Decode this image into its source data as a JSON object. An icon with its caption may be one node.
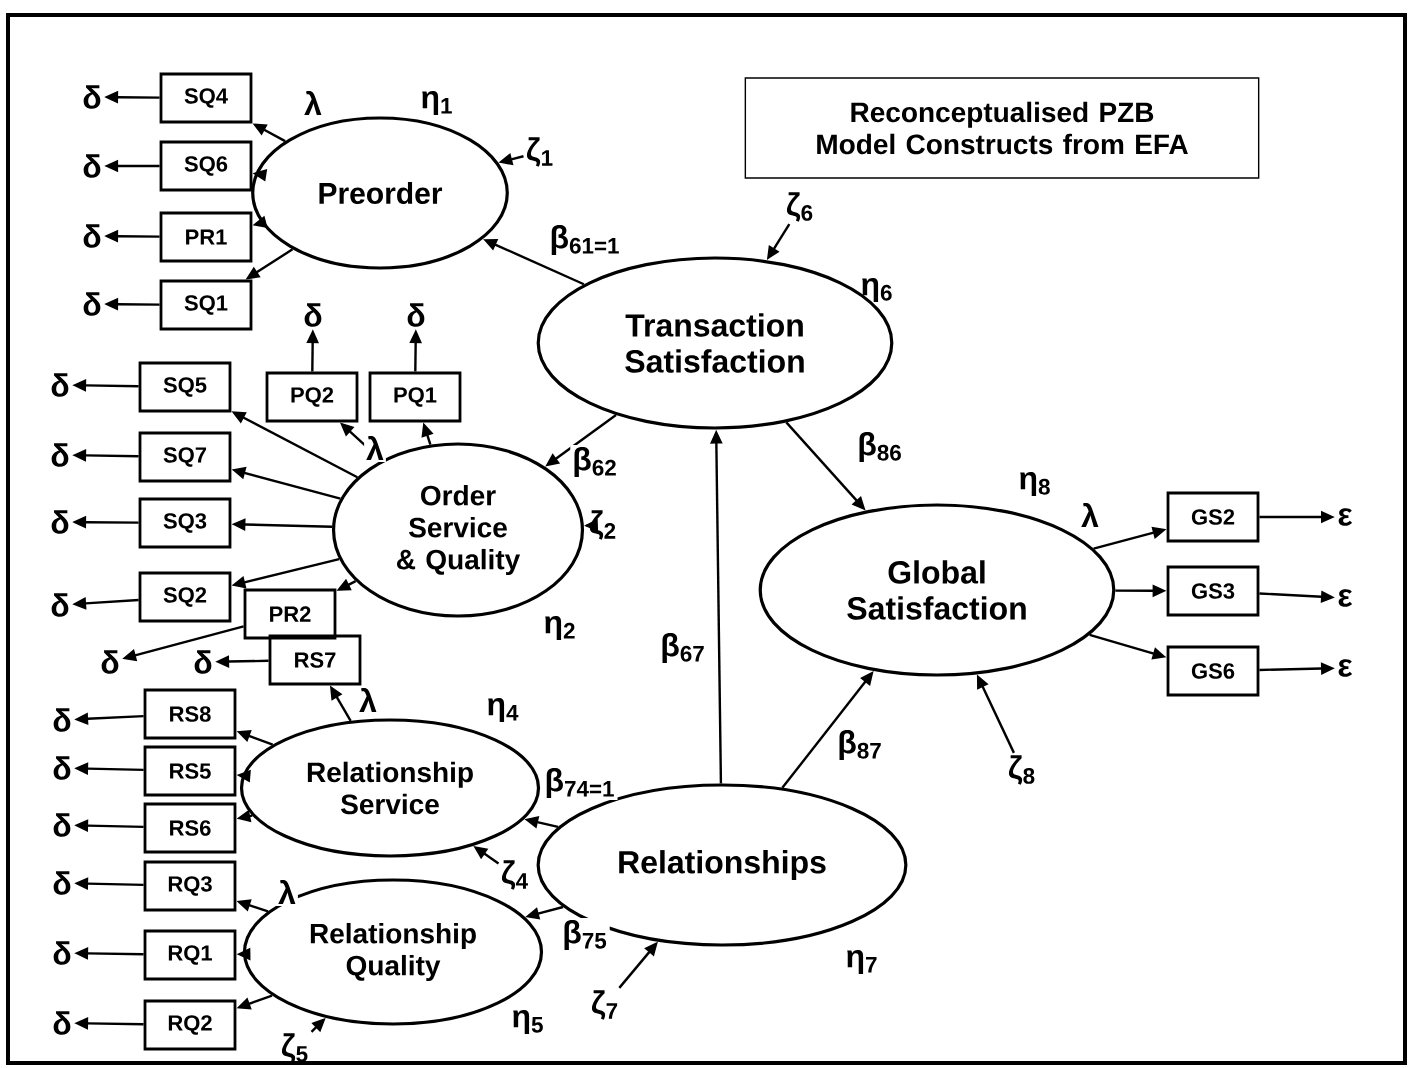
{
  "diagram": {
    "nodes": [
      {
        "text": [
          "Reconceptualised PZB Model Constructs from EFA"
        ]
      },
      {
        "text": [
          "Preorder"
        ],
        "beside": [
          "η$_{1}$"
        ]
      },
      {
        "text": [
          "Transaction Satisfaction"
        ],
        "beside": [
          "η$_{6}$"
        ]
      },
      {
        "text": [
          "Order Service & Quality"
        ],
        "beside": [
          "η$_{2}$"
        ]
      },
      {
        "text": [
          "Global Satisfaction"
        ],
        "beside": [
          "η$_{8}$"
        ]
      },
      {
        "text": [
          "Relationship Service"
        ],
        "beside": [
          "η$_{4}$"
        ]
      },
      {
        "text": [
          "Relationships"
        ],
        "beside": [
          "η$_{7}$"
        ]
      },
      {
        "text": [
          "Relationship Quality"
        ],
        "beside": [
          "η$_{5}$"
        ]
      },
      {
        "text": [
          "SQ4"
        ]
      },
      {
        "text": [
          "SQ6"
        ]
      },
      {
        "text": [
          "PR1"
        ]
      },
      {
        "text": [
          "SQ1"
        ]
      },
      {
        "text": [
          "SQ5"
        ]
      },
      {
        "text": [
          "SQ7"
        ]
      },
      {
        "text": [
          "SQ3"
        ]
      },
      {
        "text": [
          "SQ2"
        ]
      },
      {
        "text": [
          "PQ2"
        ]
      },
      {
        "text": [
          "PQ1"
        ]
      },
      {
        "text": [
          "PR2"
        ]
      },
      {
        "text": [
          "RS7"
        ]
      },
      {
        "text": [
          "RS8"
        ]
      },
      {
        "text": [
          "RS5"
        ]
      },
      {
        "text": [
          "RS6"
        ]
      },
      {
        "text": [
          "RQ3"
        ]
      },
      {
        "text": [
          "RQ1"
        ]
      },
      {
        "text": [
          "RQ2"
        ]
      },
      {
        "text": [
          "GS2"
        ]
      },
      {
        "text": [
          "GS3"
        ]
      },
      {
        "text": [
          "GS6"
        ]
      },
      {
        "text": [
          "δ"
        ]
      },
      {
        "text": [
          "δ"
        ]
      },
      {
        "text": [
          "δ"
        ]
      },
      {
        "text": [
          "δ"
        ]
      },
      {
        "text": [
          "δ"
        ]
      },
      {
        "text": [
          "δ"
        ]
      },
      {
        "text": [
          "δ"
        ]
      },
      {
        "text": [
          "δ"
        ]
      },
      {
        "text": [
          "δ"
        ]
      },
      {
        "text": [
          "δ"
        ]
      },
      {
        "text": [
          "δ"
        ]
      },
      {
        "text": [
          "δ"
        ]
      },
      {
        "text": [
          "δ"
        ]
      },
      {
        "text": [
          "δ"
        ]
      },
      {
        "text": [
          "δ"
        ]
      },
      {
        "text": [
          "δ"
        ]
      },
      {
        "text": [
          "δ"
        ]
      },
      {
        "text": [
          "δ"
        ]
      },
      {
        "text": [
          "ε"
        ]
      },
      {
        "text": [
          "ε"
        ]
      },
      {
        "text": [
          "ε"
        ]
      },
      {
        "text": [
          "ζ$_{1}$"
        ]
      },
      {
        "text": [
          "ζ$_{6}$"
        ]
      },
      {
        "text": [
          "ζ$_{2}$"
        ]
      },
      {
        "text": [
          "ζ$_{8}$"
        ]
      },
      {
        "text": [
          "ζ$_{4}$"
        ]
      },
      {
        "text": [
          "ζ$_{7}$"
        ]
      },
      {
        "text": [
          "ζ$_{5}$"
        ]
      }
    ],
    "edges": [
      {
        "from": 1,
        "to": 8,
        "arrow": "to",
        "label": "λ"
      },
      {
        "from": 1,
        "to": 9,
        "arrow": "to"
      },
      {
        "from": 1,
        "to": 10,
        "arrow": "to"
      },
      {
        "from": 1,
        "to": 11,
        "arrow": "to"
      },
      {
        "from": 3,
        "to": 12,
        "arrow": "to"
      },
      {
        "from": 3,
        "to": 13,
        "arrow": "to"
      },
      {
        "from": 3,
        "to": 14,
        "arrow": "to"
      },
      {
        "from": 3,
        "to": 15,
        "arrow": "to"
      },
      {
        "from": 3,
        "to": 16,
        "arrow": "to",
        "label": "λ"
      },
      {
        "from": 3,
        "to": 17,
        "arrow": "to"
      },
      {
        "from": 3,
        "to": 18,
        "arrow": "to"
      },
      {
        "from": 5,
        "to": 19,
        "arrow": "to",
        "label": "λ"
      },
      {
        "from": 5,
        "to": 20,
        "arrow": "to"
      },
      {
        "from": 5,
        "to": 21,
        "arrow": "to"
      },
      {
        "from": 5,
        "to": 22,
        "arrow": "to"
      },
      {
        "from": 7,
        "to": 23,
        "arrow": "to",
        "label": "λ"
      },
      {
        "from": 7,
        "to": 24,
        "arrow": "to"
      },
      {
        "from": 7,
        "to": 25,
        "arrow": "to"
      },
      {
        "from": 4,
        "to": 26,
        "arrow": "to",
        "label": "λ"
      },
      {
        "from": 4,
        "to": 27,
        "arrow": "to"
      },
      {
        "from": 4,
        "to": 28,
        "arrow": "to"
      },
      {
        "from": 8,
        "to": 29,
        "arrow": "to"
      },
      {
        "from": 9,
        "to": 30,
        "arrow": "to"
      },
      {
        "from": 10,
        "to": 31,
        "arrow": "to"
      },
      {
        "from": 11,
        "to": 32,
        "arrow": "to"
      },
      {
        "from": 12,
        "to": 33,
        "arrow": "to"
      },
      {
        "from": 13,
        "to": 34,
        "arrow": "to"
      },
      {
        "from": 14,
        "to": 35,
        "arrow": "to"
      },
      {
        "from": 15,
        "to": 36,
        "arrow": "to"
      },
      {
        "from": 16,
        "to": 37,
        "arrow": "to"
      },
      {
        "from": 17,
        "to": 38,
        "arrow": "to"
      },
      {
        "from": 18,
        "to": 39,
        "arrow": "to"
      },
      {
        "from": 19,
        "to": 40,
        "arrow": "to"
      },
      {
        "from": 20,
        "to": 41,
        "arrow": "to"
      },
      {
        "from": 21,
        "to": 42,
        "arrow": "to"
      },
      {
        "from": 22,
        "to": 43,
        "arrow": "to"
      },
      {
        "from": 23,
        "to": 44,
        "arrow": "to"
      },
      {
        "from": 24,
        "to": 45,
        "arrow": "to"
      },
      {
        "from": 25,
        "to": 46,
        "arrow": "to"
      },
      {
        "from": 26,
        "to": 47,
        "arrow": "to"
      },
      {
        "from": 27,
        "to": 48,
        "arrow": "to"
      },
      {
        "from": 28,
        "to": 49,
        "arrow": "to"
      },
      {
        "from": 2,
        "to": 1,
        "arrow": "to",
        "label": "β$_{61=1}$"
      },
      {
        "from": 2,
        "to": 3,
        "arrow": "to",
        "label": "β$_{62}$"
      },
      {
        "from": 2,
        "to": 4,
        "arrow": "to",
        "label": "β$_{86}$"
      },
      {
        "from": 6,
        "to": 2,
        "arrow": "to",
        "label": "β$_{67}$"
      },
      {
        "from": 6,
        "to": 4,
        "arrow": "to",
        "label": "β$_{87}$"
      },
      {
        "from": 6,
        "to": 5,
        "arrow": "to",
        "label": "β$_{74=1}$"
      },
      {
        "from": 6,
        "to": 7,
        "arrow": "to",
        "label": "β$_{75}$"
      },
      {
        "from": 50,
        "to": 1,
        "arrow": "to"
      },
      {
        "from": 51,
        "to": 2,
        "arrow": "to"
      },
      {
        "from": 52,
        "to": 3,
        "arrow": "to"
      },
      {
        "from": 53,
        "to": 4,
        "arrow": "to"
      },
      {
        "from": 54,
        "to": 5,
        "arrow": "to"
      },
      {
        "from": 55,
        "to": 6,
        "arrow": "to"
      },
      {
        "from": 56,
        "to": 7,
        "arrow": "to"
      }
    ]
  }
}
